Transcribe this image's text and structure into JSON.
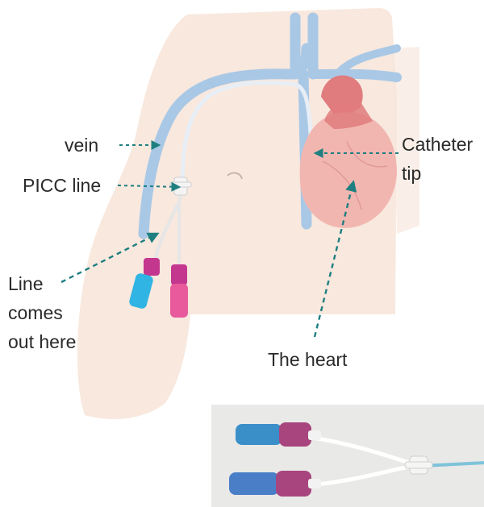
{
  "labels": {
    "vein": "vein",
    "picc_line": "PICC line",
    "line_exit": [
      "Line",
      "comes",
      "out here"
    ],
    "catheter_tip": [
      "Catheter",
      "tip"
    ],
    "heart": "The heart"
  },
  "colors": {
    "skin": "#f7e4d8",
    "vein": "#a9c8e6",
    "heart": "#f2b6b0",
    "heart_dark": "#e07b7e",
    "leader": "#1f7f80",
    "magenta_cap": "#c4378f",
    "pink_cap": "#e85a9c",
    "cyan_cap": "#2fb4e4"
  },
  "icons": {
    "illustration": "picc-line-anatomy-illustration",
    "photo": "picc-line-photo"
  }
}
